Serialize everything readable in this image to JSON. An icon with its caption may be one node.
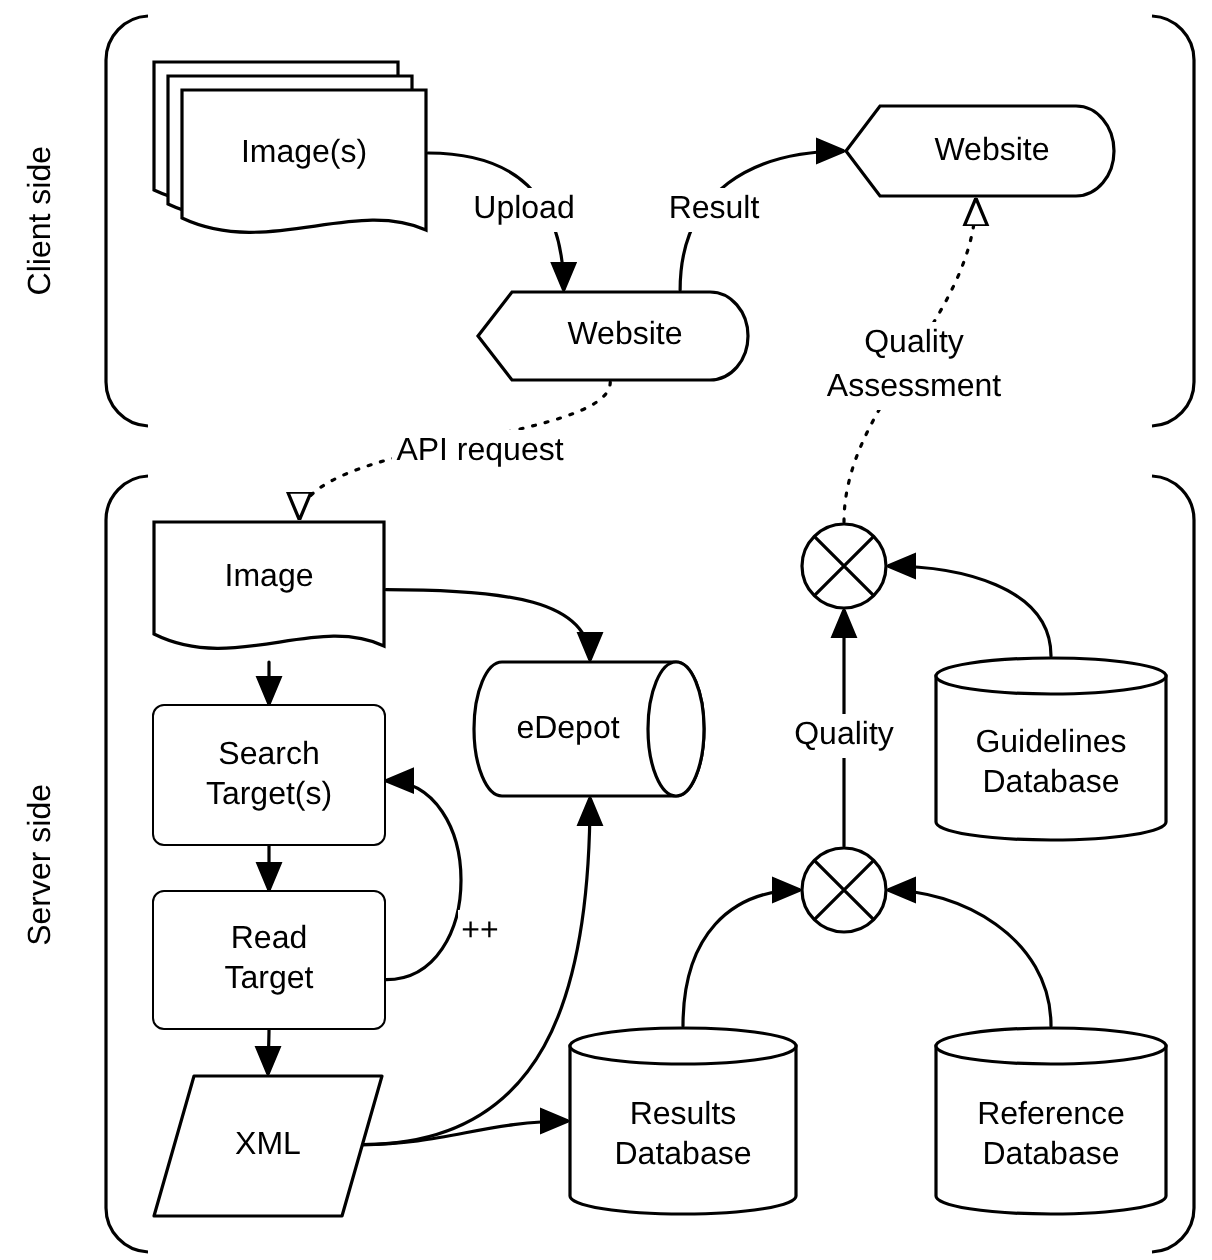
{
  "diagram": {
    "nodes": [
      {
        "text": [
          "Client side"
        ]
      },
      {
        "text": [
          "Image(s)"
        ],
        "in": 0
      },
      {
        "text": [
          "Website"
        ],
        "in": 0
      },
      {
        "text": [
          "Website"
        ],
        "in": 0
      },
      {
        "text": [
          "Server side"
        ]
      },
      {
        "text": [
          "Image"
        ],
        "in": 4
      },
      {
        "text": [
          "Search Target(s)"
        ],
        "in": 4
      },
      {
        "text": [
          "Read Target"
        ],
        "in": 4
      },
      {
        "text": [
          "XML"
        ],
        "in": 4
      },
      {
        "text": [
          "eDepot"
        ],
        "in": 4
      },
      {
        "text": [
          "Results Database"
        ],
        "in": 4
      },
      {
        "text": [
          "Guidelines Database"
        ],
        "in": 4
      },
      {
        "text": [
          "Reference Database"
        ],
        "in": 4
      },
      {
        "text": [],
        "shape": "circle",
        "in": 4
      },
      {
        "text": [],
        "shape": "circle",
        "in": 4
      }
    ],
    "edges": [
      {
        "from": 1,
        "to": 2,
        "arrow": "to",
        "label": "Upload"
      },
      {
        "from": 2,
        "to": 3,
        "arrow": "to",
        "label": "Result"
      },
      {
        "from": 2,
        "to": 5,
        "arrow": "to",
        "label": "API request",
        "style": "dashed"
      },
      {
        "from": 13,
        "to": 3,
        "arrow": "to",
        "label": "Quality Assessment",
        "style": "dashed"
      },
      {
        "from": 5,
        "to": 6,
        "arrow": "to"
      },
      {
        "from": 5,
        "to": 9,
        "arrow": "to"
      },
      {
        "from": 6,
        "to": 7,
        "arrow": "to"
      },
      {
        "from": 7,
        "to": 6,
        "arrow": "to",
        "label": "++"
      },
      {
        "from": 7,
        "to": 8,
        "arrow": "to"
      },
      {
        "from": 8,
        "to": 9,
        "arrow": "to"
      },
      {
        "from": 8,
        "to": 10,
        "arrow": "to"
      },
      {
        "from": 10,
        "to": 14,
        "arrow": "to"
      },
      {
        "from": 12,
        "to": 14,
        "arrow": "to"
      },
      {
        "from": 14,
        "to": 13,
        "arrow": "to",
        "label": "Quality"
      },
      {
        "from": 11,
        "to": 13,
        "arrow": "to"
      }
    ]
  }
}
